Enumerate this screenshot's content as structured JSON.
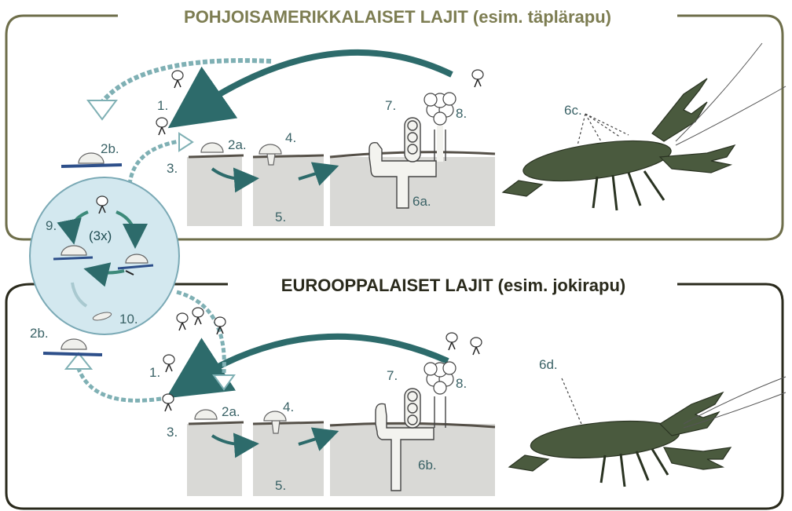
{
  "panels": {
    "top": {
      "title": "POHJOISAMERIKKALAISET LAJIT (esim. täplärapu)",
      "labels": {
        "l1": "1.",
        "l2a": "2a.",
        "l2b": "2b.",
        "l3": "3.",
        "l4": "4.",
        "l5": "5.",
        "l6a": "6a.",
        "l6c": "6c.",
        "l7": "7.",
        "l8": "8."
      }
    },
    "bottom": {
      "title": "EUROOPPALAISET LAJIT (esim. jokirapu)",
      "labels": {
        "l1": "1.",
        "l2a": "2a.",
        "l2b": "2b.",
        "l3": "3.",
        "l4": "4.",
        "l5": "5.",
        "l6b": "6b.",
        "l6d": "6d.",
        "l7": "7.",
        "l8": "8."
      }
    }
  },
  "cycle": {
    "l9": "9.",
    "l10": "10.",
    "count": "(3x)"
  },
  "colors": {
    "arrow": "#2d6b6b",
    "frame": "#6e6e4a",
    "tissue": "#d9d9d6",
    "cycle_fill": "#d3e8ef",
    "crayfish": "#4a5a3e"
  }
}
